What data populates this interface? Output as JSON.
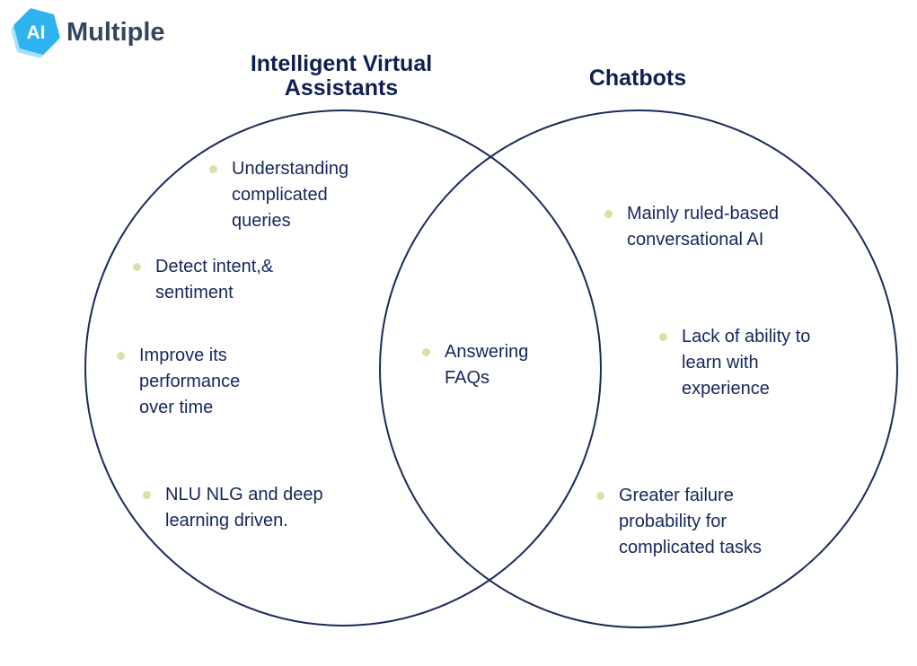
{
  "logo": {
    "mark": "AI",
    "brand": "Multiple"
  },
  "venn": {
    "left": {
      "title": "Intelligent Virtual\nAssistants",
      "items": [
        "Understanding\ncomplicated\nqueries",
        "Detect intent,&\nsentiment",
        "Improve its\nperformance\nover time",
        "NLU NLG and deep\nlearning driven."
      ]
    },
    "middle": {
      "items": [
        "Answering\nFAQs"
      ]
    },
    "right": {
      "title": "Chatbots",
      "items": [
        "Mainly ruled-based\nconversational AI",
        "Lack of ability to\nlearn with\nexperience",
        "Greater failure\nprobability for\ncomplicated tasks"
      ]
    }
  },
  "colors": {
    "text_navy": "#16265c",
    "title_navy": "#101f52",
    "circle_stroke": "#1b2a5a",
    "bullet_green": "#d8e2a6",
    "logo_blue": "#2fb3f0",
    "logo_blue_light": "#a6e0fa",
    "logo_brand_color": "#33465f"
  }
}
